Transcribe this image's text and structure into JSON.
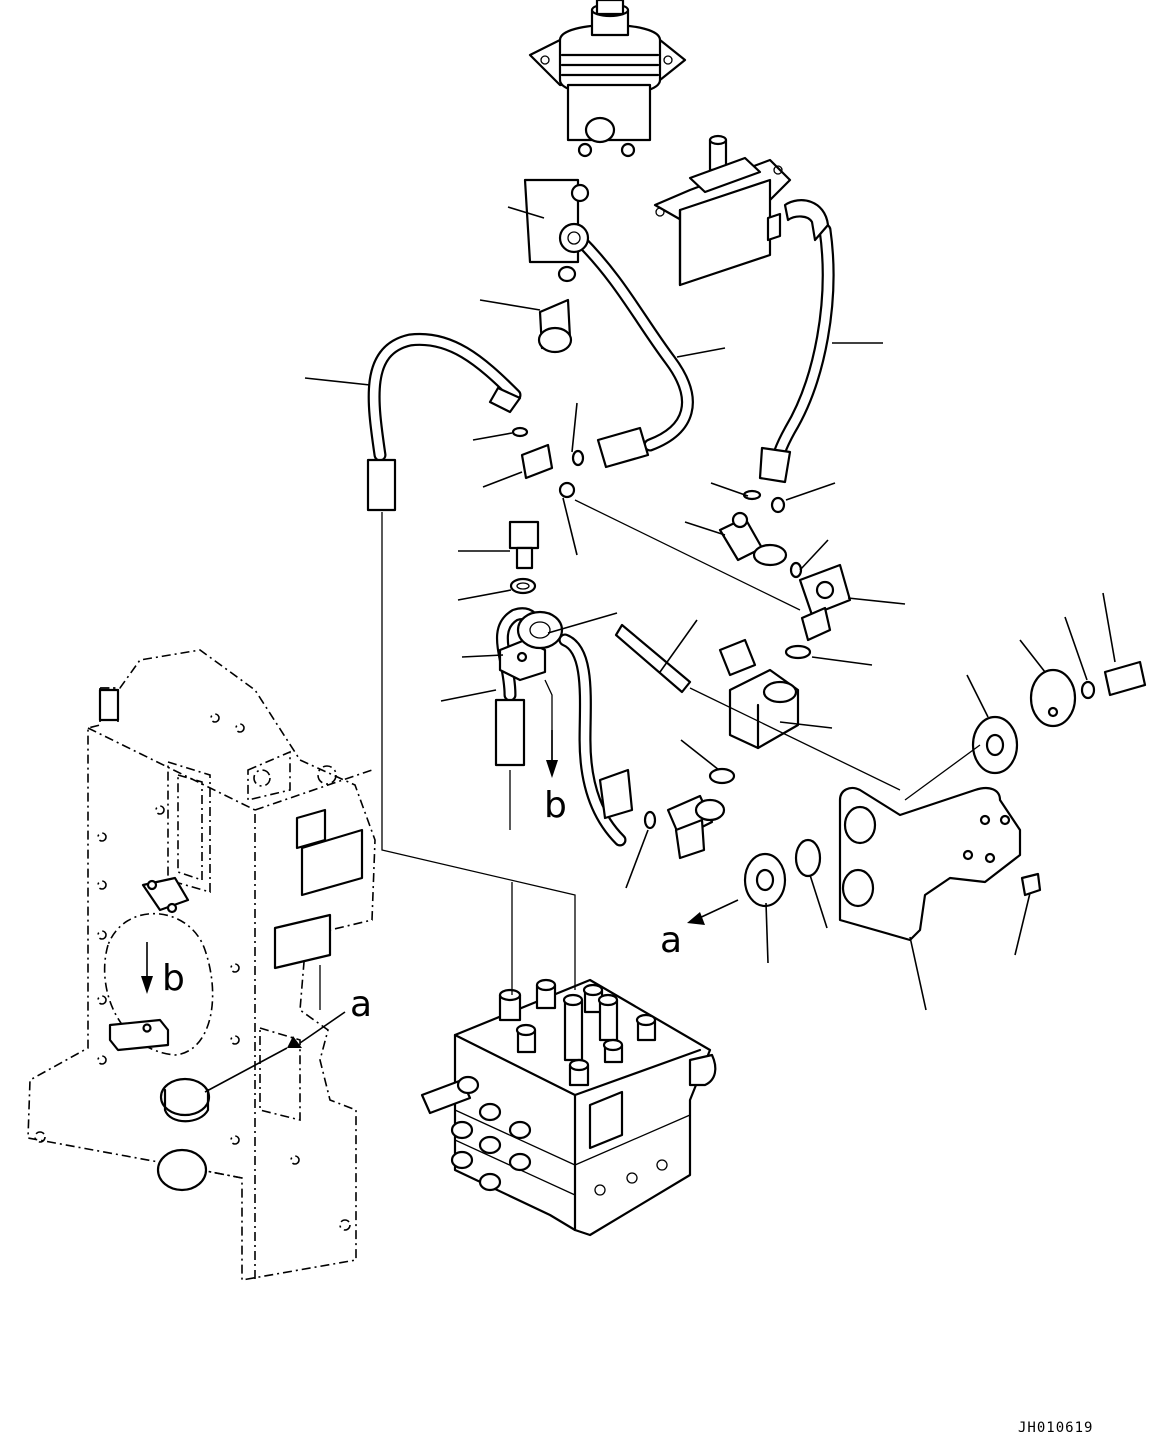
{
  "diagram": {
    "callout_a_arrow": "a",
    "callout_b_arrow": "b",
    "callout_a_frame": "a",
    "callout_b_frame": "b",
    "drawing_number": "JH010619"
  }
}
